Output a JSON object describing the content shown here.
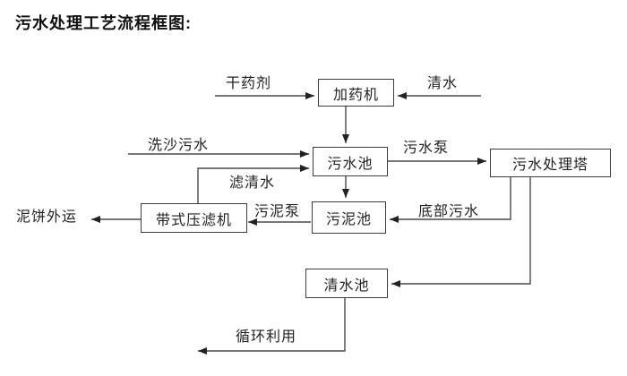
{
  "title": "污水处理工艺流程框图:",
  "colors": {
    "background": "#ffffff",
    "line": "#4a4a4a",
    "box_border": "#3d3d3d",
    "text": "#222222"
  },
  "nodes": [
    {
      "id": "dosing-machine",
      "label": "加药机"
    },
    {
      "id": "sewage-pool",
      "label": "污水池"
    },
    {
      "id": "sewage-treatment-tower",
      "label": "污水处理塔"
    },
    {
      "id": "sludge-pool",
      "label": "污泥池"
    },
    {
      "id": "belt-filter-press",
      "label": "带式压滤机"
    },
    {
      "id": "clean-water-pool",
      "label": "清水池"
    }
  ],
  "edge_labels": [
    {
      "id": "dry-chemical",
      "label": "干药剂"
    },
    {
      "id": "clean-water",
      "label": "清水"
    },
    {
      "id": "sand-washing-sewage",
      "label": "洗沙污水"
    },
    {
      "id": "sewage-pump",
      "label": "污水泵"
    },
    {
      "id": "filtered-water",
      "label": "滤清水"
    },
    {
      "id": "sludge-pump",
      "label": "污泥泵"
    },
    {
      "id": "bottom-sewage",
      "label": "底部污水"
    },
    {
      "id": "mud-cake-outbound",
      "label": "泥饼外运"
    },
    {
      "id": "recycling",
      "label": "循环利用"
    }
  ]
}
